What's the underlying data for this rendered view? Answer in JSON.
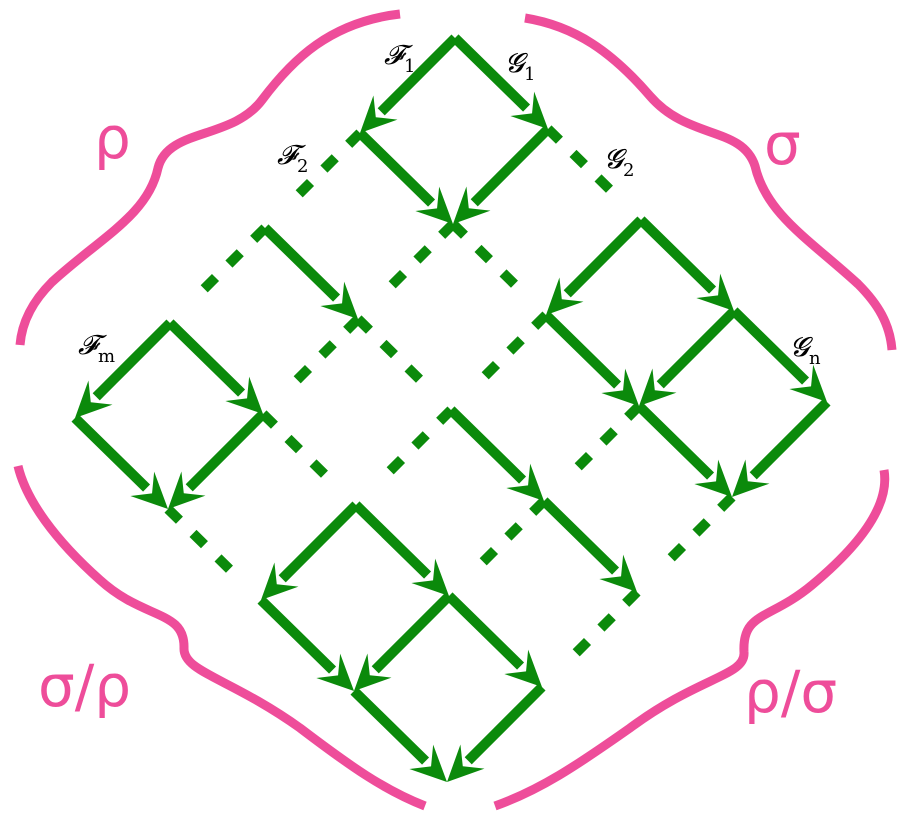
{
  "colors": {
    "arrow": "#0b8a0b",
    "brace": "#ee4d9a",
    "label": "#000000"
  },
  "region_labels": {
    "top_left": "ρ",
    "top_right": "σ",
    "bottom_left": "σ/ρ",
    "bottom_right": "ρ/σ"
  },
  "map_labels": [
    {
      "id": "F1",
      "base": "𝓕",
      "sub": "1"
    },
    {
      "id": "G1",
      "base": "𝓖",
      "sub": "1"
    },
    {
      "id": "F2",
      "base": "𝓕",
      "sub": "2"
    },
    {
      "id": "G2",
      "base": "𝓖",
      "sub": "2"
    },
    {
      "id": "Fm",
      "base": "𝓕",
      "sub": "m"
    },
    {
      "id": "Gn",
      "base": "𝓖",
      "sub": "n"
    }
  ]
}
